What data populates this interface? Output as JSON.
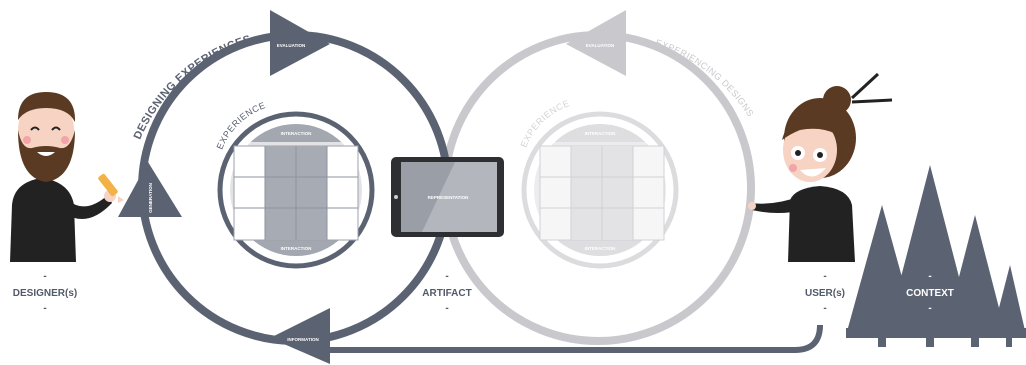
{
  "colors": {
    "dark": "#5b6272",
    "light": "#c9c9cd",
    "ink": "#525a6a",
    "skin": "#f7d3c3",
    "hair": "#5a3a22",
    "black": "#222222"
  },
  "left_cycle": {
    "arc_label": "DESIGNING EXPERIENCES",
    "inner_label": "EXPERIENCE",
    "evaluation": "EVALUATION",
    "generation": "GENERATION",
    "information": "INFORMATION",
    "interaction_top": "INTERACTION",
    "interaction_bottom": "INTERACTION"
  },
  "right_cycle": {
    "arc_label": "EXPERIENCING DESIGNS",
    "inner_label": "EXPERIENCE",
    "evaluation": "EVALUATION",
    "interaction_top": "INTERACTION",
    "interaction_bottom": "INTERACTION"
  },
  "device": {
    "screen_label": "REPRESENTATION"
  },
  "labels": {
    "designer": "DESIGNER(s)",
    "artifact": "ARTIFACT",
    "user": "USER(s)",
    "context": "CONTEXT",
    "dash": "-"
  }
}
